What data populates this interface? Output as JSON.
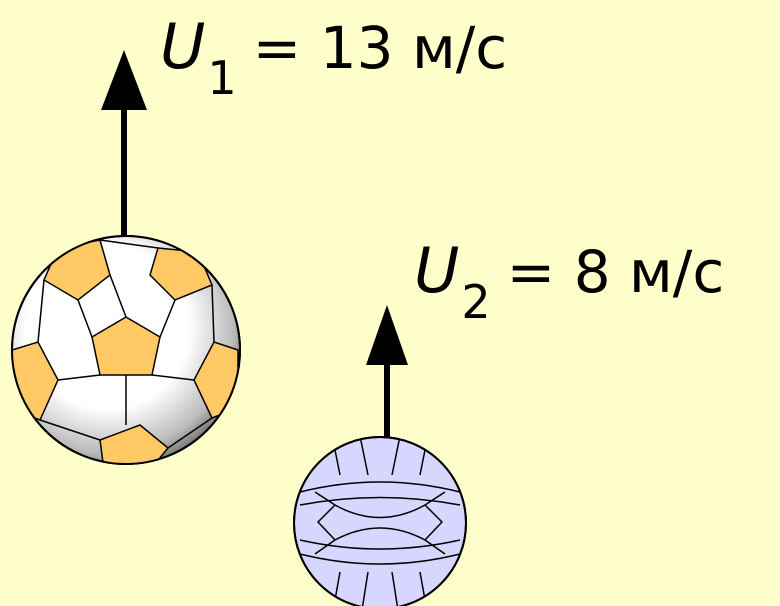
{
  "velocity_1": {
    "symbol": "U",
    "subscript": "1",
    "value_text": "= 13 м/с"
  },
  "velocity_2": {
    "symbol": "U",
    "subscript": "2",
    "value_text": "= 8 м/с"
  },
  "colors": {
    "background": "#FFFFCC",
    "soccer_patch": "#FFC966",
    "volleyball": "#D6D6FF",
    "arrow": "#000000"
  },
  "icons": [
    "soccer-ball-icon",
    "volleyball-icon",
    "arrow-up-icon"
  ]
}
